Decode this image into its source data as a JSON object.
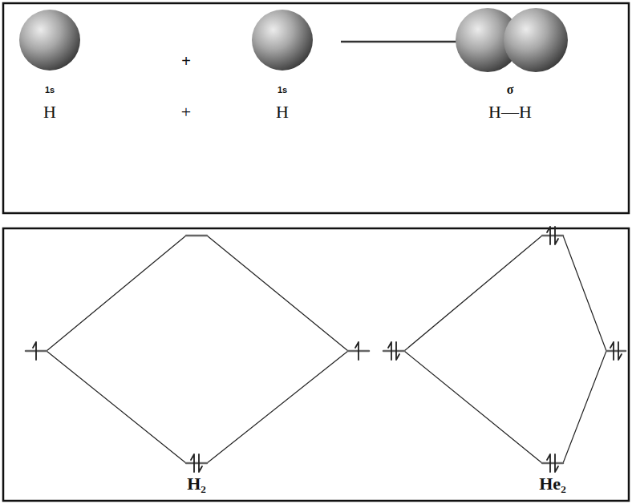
{
  "diagram": {
    "labels": [
      "+",
      "1s",
      "1s",
      "σ",
      "H",
      "+",
      "H",
      "H—H",
      "H₂",
      "He₂"
    ]
  }
}
